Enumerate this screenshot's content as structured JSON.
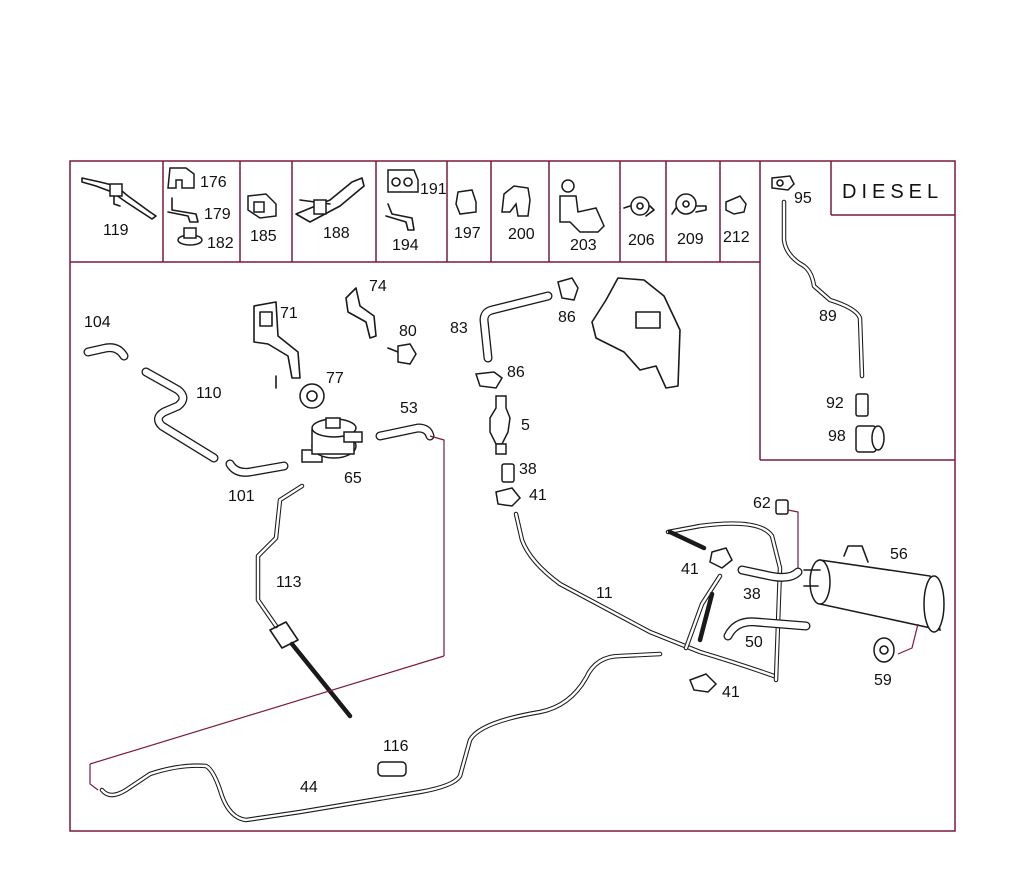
{
  "header": {
    "title": "DIESEL"
  },
  "legend_row": [
    {
      "id": "c119",
      "labels": [
        "119"
      ]
    },
    {
      "id": "c176",
      "labels": [
        "176",
        "179",
        "182"
      ]
    },
    {
      "id": "c185",
      "labels": [
        "185"
      ]
    },
    {
      "id": "c188",
      "labels": [
        "188"
      ]
    },
    {
      "id": "c191",
      "labels": [
        "191",
        "194"
      ]
    },
    {
      "id": "c197",
      "labels": [
        "197"
      ]
    },
    {
      "id": "c200",
      "labels": [
        "200"
      ]
    },
    {
      "id": "c203",
      "labels": [
        "203"
      ]
    },
    {
      "id": "c206",
      "labels": [
        "206"
      ]
    },
    {
      "id": "c209",
      "labels": [
        "209"
      ]
    },
    {
      "id": "c212",
      "labels": [
        "212"
      ]
    }
  ],
  "diesel_parts": [
    "95",
    "89",
    "92",
    "98"
  ],
  "parts": {
    "p104": "104",
    "p110": "110",
    "p101": "101",
    "p71": "71",
    "p74": "74",
    "p77": "77",
    "p80": "80",
    "p65": "65",
    "p53": "53",
    "p113": "113",
    "p83": "83",
    "p86a": "86",
    "p86b": "86",
    "p5": "5",
    "p38a": "38",
    "p41a": "41",
    "p11": "11",
    "p62": "62",
    "p56": "56",
    "p41b": "41",
    "p38b": "38",
    "p50": "50",
    "p59": "59",
    "p41c": "41",
    "p116": "116",
    "p44": "44"
  }
}
